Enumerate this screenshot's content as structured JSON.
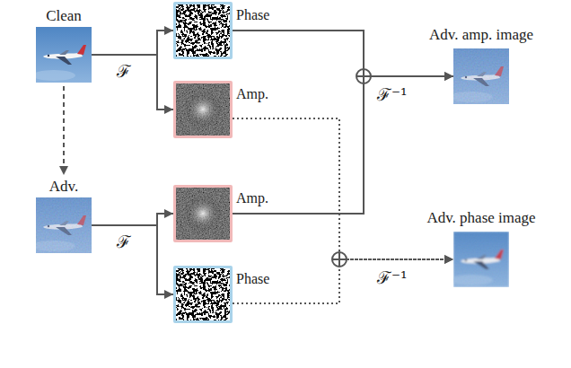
{
  "diagram": {
    "nodes": [
      {
        "text": [
          "Clean"
        ]
      },
      {
        "text": [
          "Phase"
        ]
      },
      {
        "text": [
          "Amp."
        ]
      },
      {
        "text": [
          "Adv. amp. image"
        ]
      },
      {
        "text": [
          "Adv."
        ]
      },
      {
        "text": [
          "Amp."
        ]
      },
      {
        "text": [
          "Phase"
        ]
      },
      {
        "text": [
          "Adv. phase image"
        ]
      }
    ],
    "edges": [
      {
        "from": 0,
        "to": 1,
        "arrow": "to"
      },
      {
        "from": 0,
        "to": 2,
        "arrow": "to"
      },
      {
        "from": 0,
        "to": 4,
        "arrow": "to"
      },
      {
        "from": 4,
        "to": 5,
        "arrow": "to"
      },
      {
        "from": 4,
        "to": 6,
        "arrow": "to"
      },
      {
        "from": 1,
        "to": 3,
        "arrow": "to"
      },
      {
        "from": 5,
        "to": 3,
        "arrow": "to"
      },
      {
        "from": 2,
        "to": 7,
        "arrow": "to"
      },
      {
        "from": 6,
        "to": 7,
        "arrow": "to"
      }
    ],
    "labels": [
      "ℱ",
      "ℱ",
      "ℱ⁻¹",
      "ℱ⁻¹"
    ]
  }
}
